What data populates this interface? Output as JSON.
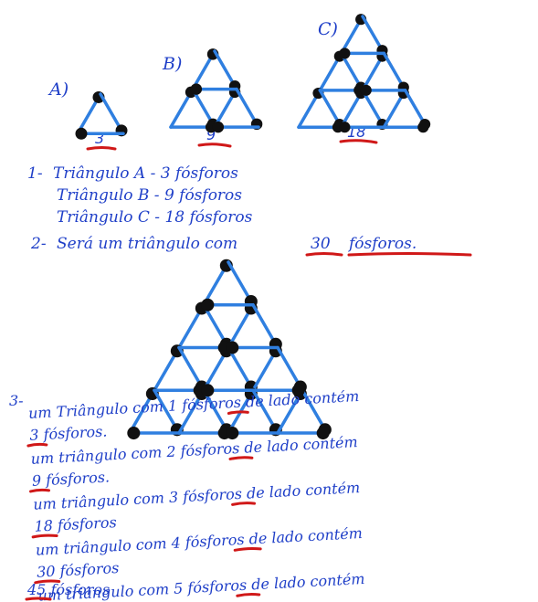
{
  "figures": [
    {
      "label": "A)",
      "count": "3"
    },
    {
      "label": "B)",
      "count": "9"
    },
    {
      "label": "C)",
      "count": "18"
    }
  ],
  "q1": {
    "number": "1-",
    "lines": [
      "Triângulo A - 3 fósforos",
      "Triângulo B - 9 fósforos",
      "Triângulo C - 18 fósforos"
    ]
  },
  "q2": {
    "number": "2-",
    "text": "Será um triângulo com",
    "value": "30",
    "unit": "fósforos."
  },
  "q3": {
    "number": "3-",
    "lines": [
      "um Triângulo com 1 fósforos de lado contém",
      "3 fósforos.",
      "um triângulo com 2 fósforos de lado contém",
      "9 fósforos.",
      "um triângulo com 3 fósforos de lado contém",
      "18 fósforos",
      "um triângulo com 4 fósforos de lado contém",
      "30 fósforos",
      "um triângulo com 5 fósforos de lado contém",
      "45 fósforos"
    ]
  }
}
